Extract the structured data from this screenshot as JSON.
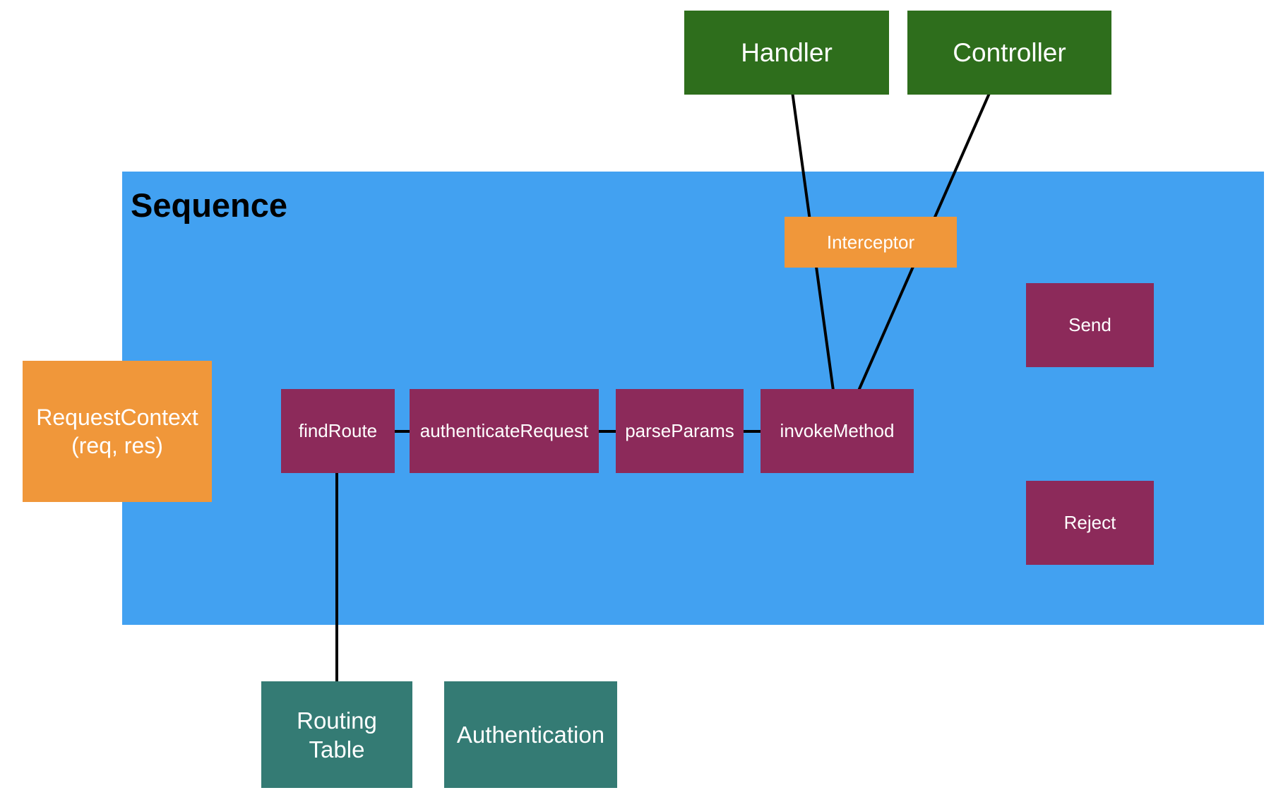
{
  "diagram": {
    "title": "Sequence",
    "nodes": {
      "handler": {
        "label": "Handler",
        "color_role": "green"
      },
      "controller": {
        "label": "Controller",
        "color_role": "green"
      },
      "interceptor": {
        "label": "Interceptor",
        "color_role": "orange"
      },
      "request_context": {
        "label_line1": "RequestContext",
        "label_line2": "(req, res)",
        "color_role": "orange"
      },
      "find_route": {
        "label": "findRoute",
        "color_role": "purple"
      },
      "authenticate_request": {
        "label": "authenticateRequest",
        "color_role": "purple"
      },
      "parse_params": {
        "label": "parseParams",
        "color_role": "purple"
      },
      "invoke_method": {
        "label": "invokeMethod",
        "color_role": "purple"
      },
      "send": {
        "label": "Send",
        "color_role": "purple"
      },
      "reject": {
        "label": "Reject",
        "color_role": "purple"
      },
      "routing_table": {
        "label_line1": "Routing",
        "label_line2": "Table",
        "color_role": "teal"
      },
      "authentication": {
        "label": "Authentication",
        "color_role": "teal"
      }
    },
    "edges": [
      {
        "from": "handler",
        "to": "invoke_method"
      },
      {
        "from": "controller",
        "to": "invoke_method"
      },
      {
        "from": "find_route",
        "to": "authenticate_request"
      },
      {
        "from": "authenticate_request",
        "to": "parse_params"
      },
      {
        "from": "parse_params",
        "to": "invoke_method"
      },
      {
        "from": "find_route",
        "to": "routing_table"
      }
    ],
    "palette": {
      "blue": "#42a1f1",
      "green": "#2e6e1c",
      "orange": "#f0973a",
      "purple": "#8c2a5a",
      "teal": "#347b74",
      "line": "#000000",
      "title_text": "#000000",
      "node_text": "#ffffff"
    }
  }
}
